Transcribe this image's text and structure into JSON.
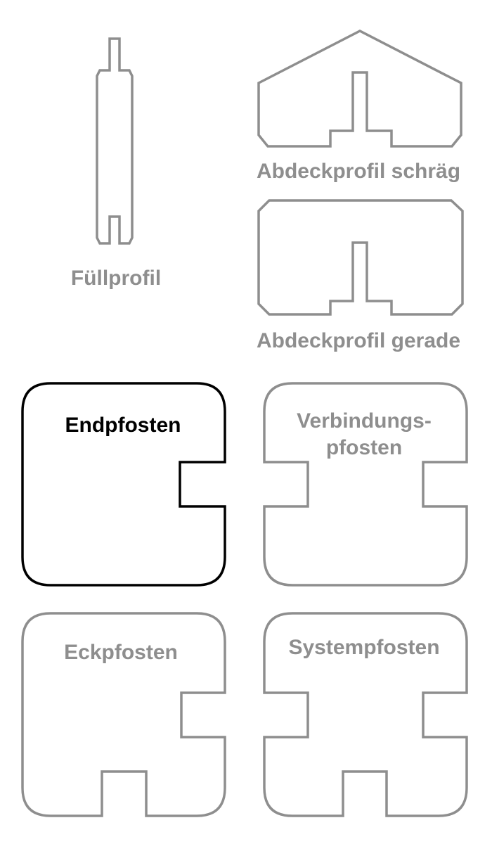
{
  "colors": {
    "inactive": "#8e8e8e",
    "active": "#000000",
    "background": "#ffffff"
  },
  "profiles": {
    "fuellprofil": {
      "label": "Füllprofil",
      "selected": false
    },
    "abdeckprofil_schraeg": {
      "label": "Abdeckprofil schräg",
      "selected": false
    },
    "abdeckprofil_gerade": {
      "label": "Abdeckprofil gerade",
      "selected": false
    }
  },
  "posts": {
    "endpfosten": {
      "label": "Endpfosten",
      "selected": true
    },
    "verbindungspfosten": {
      "label_line1": "Verbindungs-",
      "label_line2": "pfosten",
      "selected": false
    },
    "eckpfosten": {
      "label": "Eckpfosten",
      "selected": false
    },
    "systempfosten": {
      "label": "Systempfosten",
      "selected": false
    }
  }
}
